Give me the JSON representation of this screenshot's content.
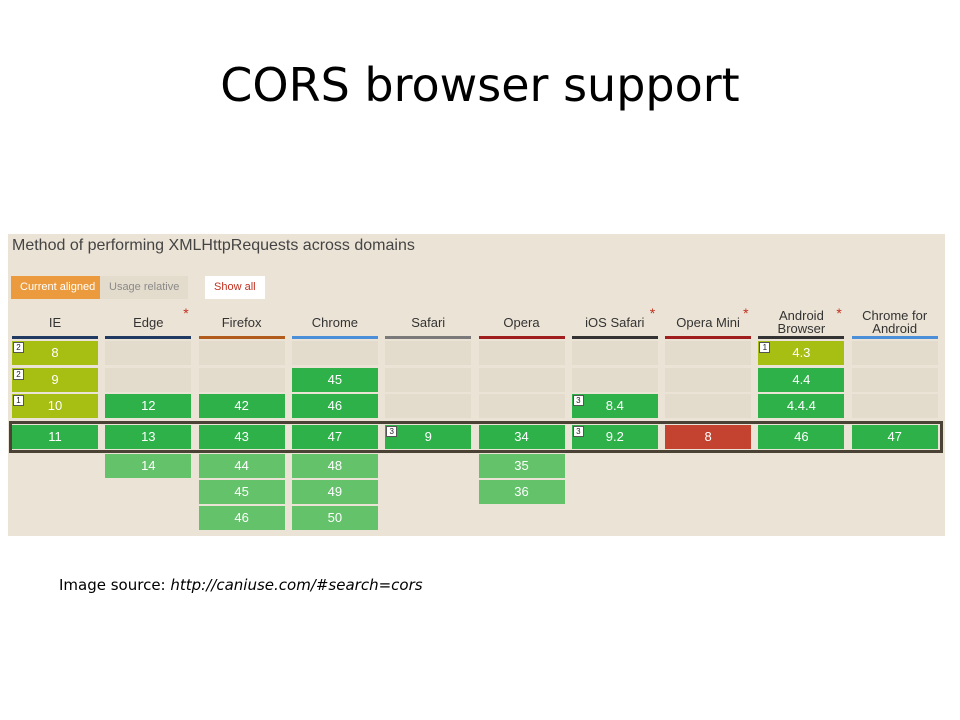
{
  "slide": {
    "title": "CORS browser support",
    "caption_prefix": "Image source: ",
    "caption_link": "http://caniuse.com/#search=cors"
  },
  "panel": {
    "heading": "Method of performing XMLHttpRequests across domains",
    "buttons": {
      "current_aligned": "Current aligned",
      "usage_relative": "Usage relative",
      "show_all": "Show all"
    }
  },
  "colors": {
    "full_support": "#2fb14a",
    "future_support": "#64c26b",
    "partial_support": "#a7be12",
    "no_support": "#c44230",
    "blank": "#e3dbcc",
    "accent": "#eb9b3d"
  },
  "browsers": [
    {
      "name": "IE",
      "asterisk": false,
      "line": "#213a61",
      "past": [
        {
          "v": "8",
          "s": "partial",
          "note": "2"
        },
        {
          "v": "9",
          "s": "partial",
          "note": "2"
        },
        {
          "v": "10",
          "s": "partial",
          "note": "1"
        }
      ],
      "current": {
        "v": "11",
        "s": "full"
      },
      "future": []
    },
    {
      "name": "Edge",
      "asterisk": true,
      "line": "#213a61",
      "past": [
        null,
        null,
        {
          "v": "12",
          "s": "full"
        }
      ],
      "current": {
        "v": "13",
        "s": "full"
      },
      "future": [
        {
          "v": "14",
          "s": "future"
        }
      ]
    },
    {
      "name": "Firefox",
      "asterisk": false,
      "line": "#b15c1d",
      "past": [
        null,
        null,
        {
          "v": "42",
          "s": "full"
        }
      ],
      "current": {
        "v": "43",
        "s": "full"
      },
      "future": [
        {
          "v": "44",
          "s": "future"
        },
        {
          "v": "45",
          "s": "future"
        },
        {
          "v": "46",
          "s": "future"
        }
      ]
    },
    {
      "name": "Chrome",
      "asterisk": false,
      "line": "#4a8fd7",
      "past": [
        null,
        {
          "v": "45",
          "s": "full"
        },
        {
          "v": "46",
          "s": "full"
        }
      ],
      "current": {
        "v": "47",
        "s": "full"
      },
      "future": [
        {
          "v": "48",
          "s": "future"
        },
        {
          "v": "49",
          "s": "future"
        },
        {
          "v": "50",
          "s": "future"
        }
      ]
    },
    {
      "name": "Safari",
      "asterisk": false,
      "line": "#7a7a7a",
      "past": [
        null,
        null,
        null
      ],
      "current": {
        "v": "9",
        "s": "full",
        "note": "3"
      },
      "future": []
    },
    {
      "name": "Opera",
      "asterisk": false,
      "line": "#a01e1e",
      "past": [
        null,
        null,
        null
      ],
      "current": {
        "v": "34",
        "s": "full"
      },
      "future": [
        {
          "v": "35",
          "s": "future"
        },
        {
          "v": "36",
          "s": "future"
        }
      ]
    },
    {
      "name": "iOS Safari",
      "asterisk": true,
      "line": "#333333",
      "past": [
        null,
        null,
        {
          "v": "8.4",
          "s": "full",
          "note": "3"
        }
      ],
      "current": {
        "v": "9.2",
        "s": "full",
        "note": "3"
      },
      "future": []
    },
    {
      "name": "Opera Mini",
      "asterisk": true,
      "line": "#a01e1e",
      "past": [
        null,
        null,
        null
      ],
      "current": {
        "v": "8",
        "s": "none"
      },
      "future": []
    },
    {
      "name": "Android Browser",
      "asterisk": true,
      "line": "#333333",
      "past": [
        {
          "v": "4.3",
          "s": "partial",
          "note": "1"
        },
        {
          "v": "4.4",
          "s": "full"
        },
        {
          "v": "4.4.4",
          "s": "full"
        }
      ],
      "current": {
        "v": "46",
        "s": "full"
      },
      "future": []
    },
    {
      "name": "Chrome for Android",
      "asterisk": false,
      "line": "#4a8fd7",
      "past": [
        null,
        null,
        null
      ],
      "current": {
        "v": "47",
        "s": "full"
      },
      "future": []
    }
  ]
}
